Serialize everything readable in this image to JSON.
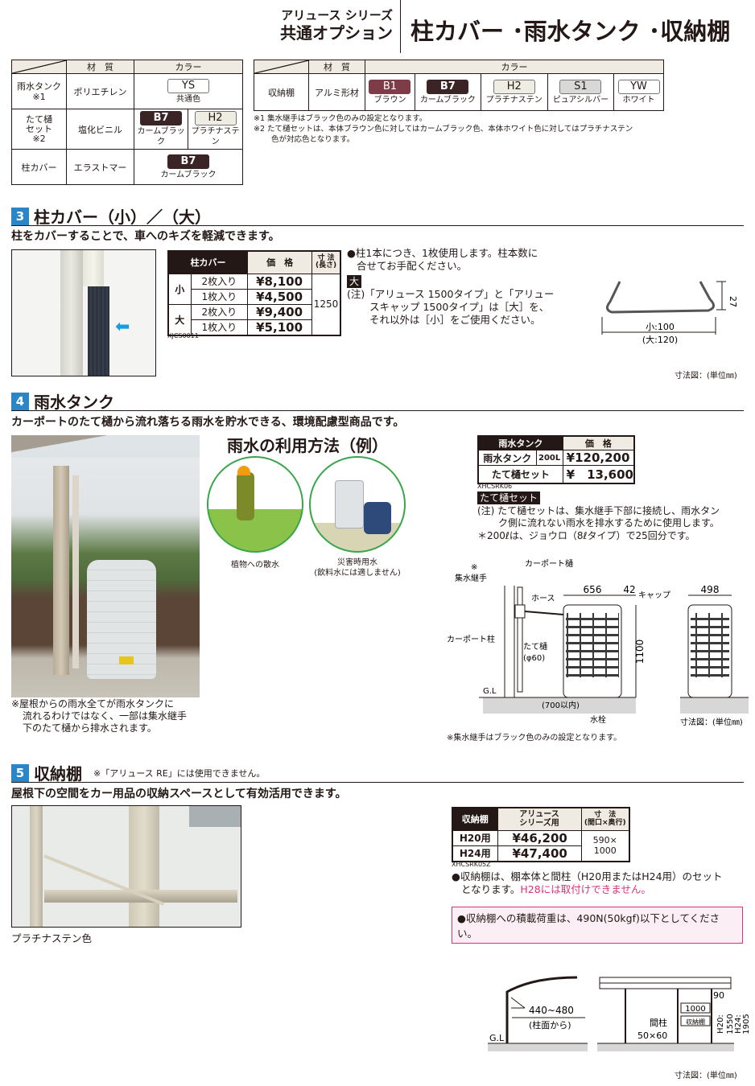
{
  "header": {
    "series_line1": "アリュース シリーズ",
    "series_line2": "共通オプション",
    "title": "柱カバー ･雨水タンク ･収納棚"
  },
  "color_table_left": {
    "headers": [
      "材　質",
      "カラー"
    ],
    "rows": [
      {
        "item": "雨水タンク\n※1",
        "material": "ポリエチレン",
        "colors": [
          {
            "code": "YS",
            "name": "共通色",
            "style": "white"
          }
        ]
      },
      {
        "item": "たて樋\nセット\n※2",
        "material": "塩化ビニル",
        "colors": [
          {
            "code": "B7",
            "name": "カームブラック",
            "style": "dark"
          },
          {
            "code": "H2",
            "name": "プラチナステン",
            "style": "light"
          }
        ]
      },
      {
        "item": "柱カバー",
        "material": "エラストマー",
        "colors": [
          {
            "code": "B7",
            "name": "カームブラック",
            "style": "dark"
          }
        ]
      }
    ]
  },
  "color_table_right": {
    "headers": [
      "材　質",
      "カラー"
    ],
    "row": {
      "item": "収納棚",
      "material": "アルミ形材",
      "colors": [
        {
          "code": "B1",
          "name": "ブラウン",
          "style": "brown"
        },
        {
          "code": "B7",
          "name": "カームブラック",
          "style": "dark"
        },
        {
          "code": "H2",
          "name": "プラチナステン",
          "style": "light"
        },
        {
          "code": "S1",
          "name": "ピュアシルバー",
          "style": "silver"
        },
        {
          "code": "YW",
          "name": "ホワイト",
          "style": "white"
        }
      ]
    },
    "note1": "※1 集水継手はブラック色のみの設定となります。",
    "note2a": "※2 たて樋セットは、本体ブラウン色に対してはカームブラック色、本体ホワイト色に対してはプラチナステン",
    "note2b": "色が対応色となります。"
  },
  "section3": {
    "number": "3",
    "title": "柱カバー（小）／（大）",
    "lead": "柱をカバーすることで、車へのキズを軽減できます。",
    "table": {
      "headers": [
        "柱カバー",
        "価　格",
        "寸 法\n(長さ)"
      ],
      "rows": [
        {
          "size": "小",
          "pack": "2枚入り",
          "price": "¥8,100"
        },
        {
          "size": "小",
          "pack": "1枚入り",
          "price": "¥4,500"
        },
        {
          "size": "大",
          "pack": "2枚入り",
          "price": "¥9,400"
        },
        {
          "size": "大",
          "pack": "1枚入り",
          "price": "¥5,100"
        }
      ],
      "size_s": "小",
      "size_l": "大",
      "length": "1250",
      "code": "XJCS0011"
    },
    "bullet1a": "●柱1本につき、1枚使用します。柱本数に",
    "bullet1b": "合せてお手配ください。",
    "tag": "大",
    "note_a": "(注)「アリュース 1500タイプ」と「アリュー",
    "note_b": "スキャップ 1500タイプ」は［大］を、",
    "note_c": "それ以外は［小］をご使用ください。",
    "dim_height": "27",
    "dim_width_s": "小:100",
    "dim_width_l": "(大:120)",
    "dim_caption": "寸法図：(単位㎜)"
  },
  "section4": {
    "number": "4",
    "title": "雨水タンク",
    "lead": "カーポートのたて樋から流れ落ちる雨水を貯水できる、環境配慮型商品です。",
    "usage_title": "雨水の利用方法（例）",
    "usage1": "植物への散水",
    "usage2a": "災害時用水",
    "usage2b": "(飲料水には適しません)",
    "photo_note_a": "※屋根からの雨水全てが雨水タンクに",
    "photo_note_b": "流れるわけではなく、一部は集水継手",
    "photo_note_c": "下のたて樋から排水されます。",
    "table": {
      "header_item": "雨水タンク",
      "header_price": "価　格",
      "rows": [
        {
          "name": "雨水タンク",
          "capacity": "200L",
          "price": "¥120,200"
        },
        {
          "name": "たて樋セット",
          "price": "¥　13,600"
        }
      ],
      "code": "XHCSRK06"
    },
    "tag": "たて樋セット",
    "note_a": "(注) たて樋セットは、集水継手下部に接続し、雨水タン",
    "note_b": "ク側に流れない雨水を排水するために使用します。",
    "note_c": "＊200ℓは、ジョウロ（8ℓタイプ）で25回分です。",
    "diagram": {
      "carport_gutter": "カーポート樋",
      "mark": "※",
      "joint": "集水継手",
      "hose": "ホース",
      "w656": "656",
      "w42": "42",
      "cap": "キャップ",
      "post": "カーポート柱",
      "downpipe": "たて樋",
      "phi": "(φ60)",
      "h1100": "1100",
      "gl": "G.L",
      "dist": "(700以内)",
      "faucet": "水栓",
      "w498": "498",
      "caption": "寸法図：(単位㎜)",
      "footnote": "※集水継手はブラック色のみの設定となります。"
    }
  },
  "section5": {
    "number": "5",
    "title": "収納棚",
    "subnote": "※「アリュース RE」には使用できません。",
    "lead": "屋根下の空間をカー用品の収納スペースとして有効活用できます。",
    "photo_caption": "プラチナステン色",
    "table": {
      "header_item": "収納棚",
      "header_series": "アリュース\nシリーズ用",
      "header_size": "寸　法\n(間口×奥行)",
      "rows": [
        {
          "name": "H20用",
          "price": "¥46,200"
        },
        {
          "name": "H24用",
          "price": "¥47,400"
        }
      ],
      "size": "590× 1000",
      "code": "XHCSRK05Z"
    },
    "bullet_a": "●収納棚は、棚本体と間柱（H20用またはH24用）のセット",
    "bullet_b": "となります。",
    "bullet_pink": "H28には取付けできません。",
    "warning": "●収納棚への積載荷重は、490N(50kgf)以下としてください。",
    "diagram": {
      "range": "440~480",
      "from": "(柱面から)",
      "gl": "G.L",
      "d90": "90",
      "d1000": "1000",
      "shelf": "収納棚",
      "post": "間柱",
      "post_size": "50×60",
      "h20": "H20:",
      "h20v": "1550",
      "h24": "H24:",
      "h24v": "1905",
      "caption": "寸法図：(単位㎜)"
    }
  },
  "colors": {
    "accent_blue": "#2b86c8",
    "dark_brown": "#3a2426",
    "brown": "#7d3c47",
    "pink": "#d6337c",
    "beige": "#efebe3"
  }
}
